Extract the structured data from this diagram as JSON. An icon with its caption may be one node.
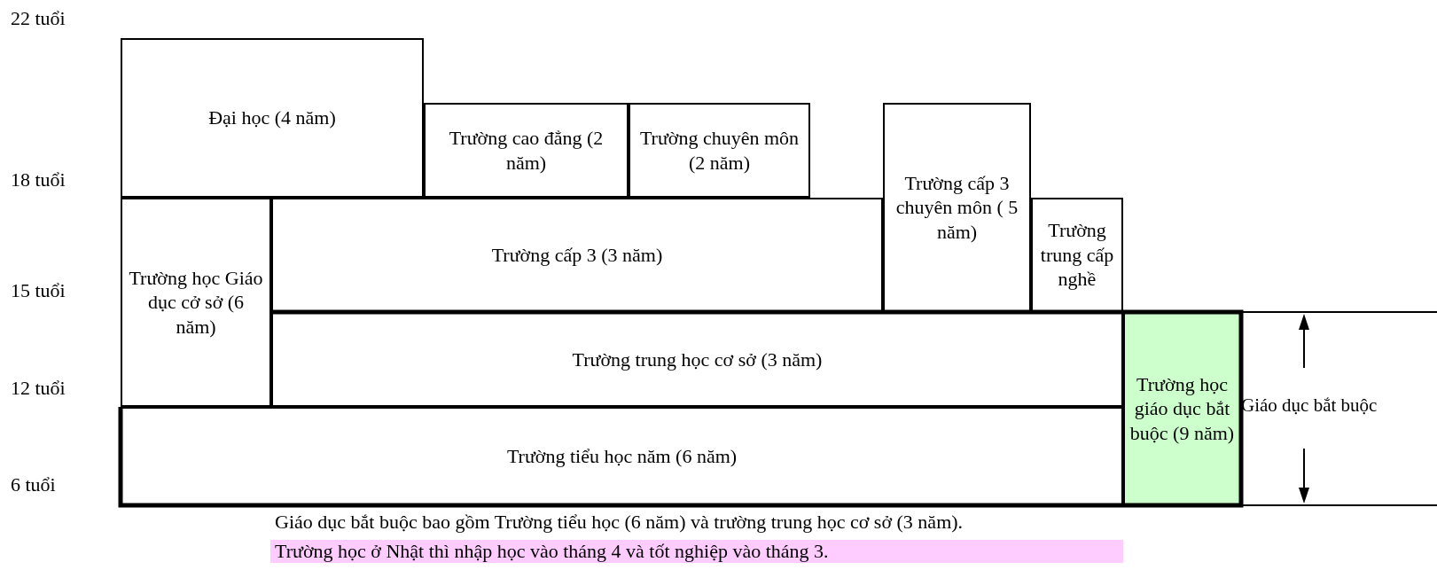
{
  "diagram": {
    "nodes": [
      {
        "text": [
          "Đại học (4 năm)"
        ]
      },
      {
        "text": [
          "Trường cao đẳng (2 năm)"
        ]
      },
      {
        "text": [
          "Trường chuyên môn (2 năm)"
        ]
      },
      {
        "text": [
          "Trường cấp 3 chuyên môn ( 5 năm)"
        ]
      },
      {
        "text": [
          "Trường học Giáo dục cở sở (6 năm)"
        ]
      },
      {
        "text": [
          "Trường cấp 3 (3 năm)"
        ]
      },
      {
        "text": [
          "Trường trung cấp nghề"
        ]
      },
      {
        "text": [
          "Trường trung học cơ sở (3 năm)"
        ]
      },
      {
        "text": [
          "Trường học giáo dục bắt buộc (9 năm)"
        ]
      },
      {
        "text": [
          "Trường tiểu học năm (6 năm)"
        ]
      }
    ],
    "labels": [
      "22 tuổi",
      "18 tuổi",
      "15 tuổi",
      "12 tuổi",
      "6 tuổi",
      "Giáo dục bắt buộc",
      "Giáo dục bắt buộc bao gồm Trường tiểu học (6 năm) và trường trung học cơ sở (3 năm).",
      "Trường học ở Nhật thì nhập học vào tháng 4 và tốt nghiệp vào tháng 3."
    ]
  }
}
